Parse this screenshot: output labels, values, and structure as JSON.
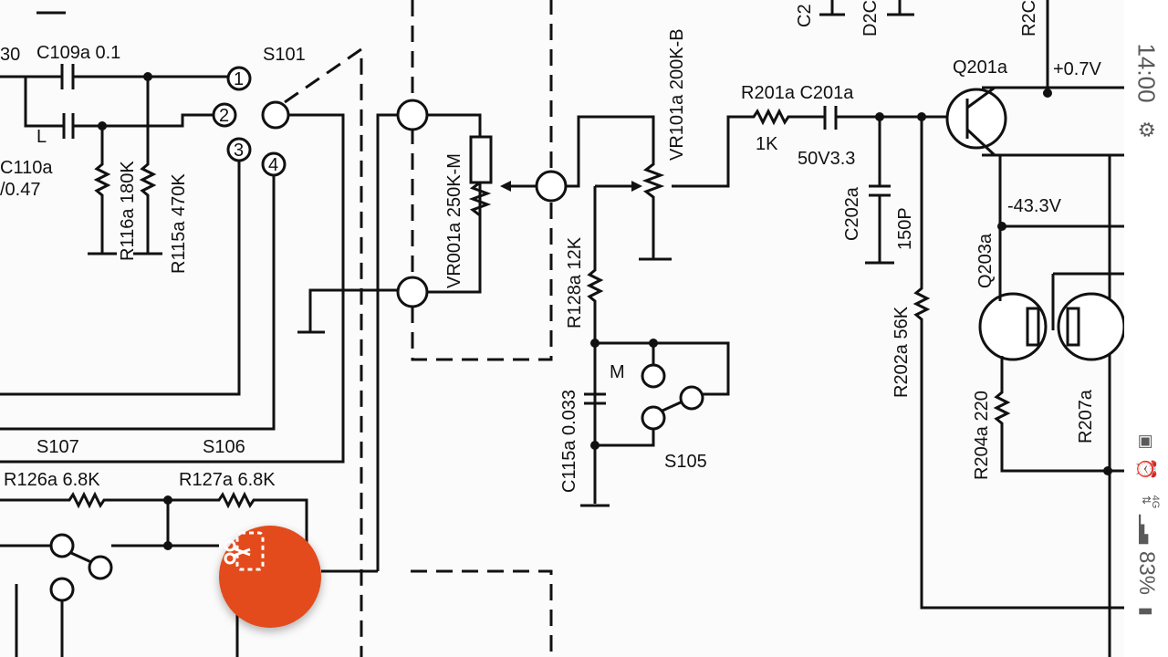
{
  "status_bar": {
    "time": "14:00",
    "network": "4G",
    "battery": "83%",
    "icons": [
      "sync-icon",
      "battery-saver-icon",
      "alarm-icon",
      "data-arrows-icon",
      "signal-icon",
      "battery-icon"
    ]
  },
  "fab": {
    "icon": "screenshot-scissors-icon",
    "color": "#e34b1d"
  },
  "schematic": {
    "labels": {
      "c109a": "C109a 0.1",
      "s101": "S101",
      "c110a": "C110a",
      "c110a_val": "/0.47",
      "r116a": "R116a 180K",
      "r115a": "R115a 470K",
      "vr001a": "VR001a 250K-M",
      "vr101a": "VR101a 200K-B",
      "r128a": "R128a 12K",
      "c115a": "C115a 0.033",
      "s105": "S105",
      "r201a": "R201a C201a",
      "r201a_val": "1K",
      "c201a_val": "50V3.3",
      "c202a": "C202a",
      "c202a_val": "150P",
      "r202a": "R202a 56K",
      "q201a": "Q201a",
      "v_plus": "+0.7V",
      "v_minus": "-43.3V",
      "q203a": "Q203a",
      "r204a": "R204a 220",
      "r207a": "R207a",
      "s107": "S107",
      "s106": "S106",
      "r126a": "R126a 6.8K",
      "r127a": "R127a 6.8K",
      "m_mark": "M",
      "l_mark": "L",
      "top_c2": "C2",
      "top_d2": "D2C",
      "top_r2": "R2C",
      "left_30": "30",
      "n1": "1",
      "n2": "2",
      "n3": "3",
      "n4": "4"
    }
  }
}
